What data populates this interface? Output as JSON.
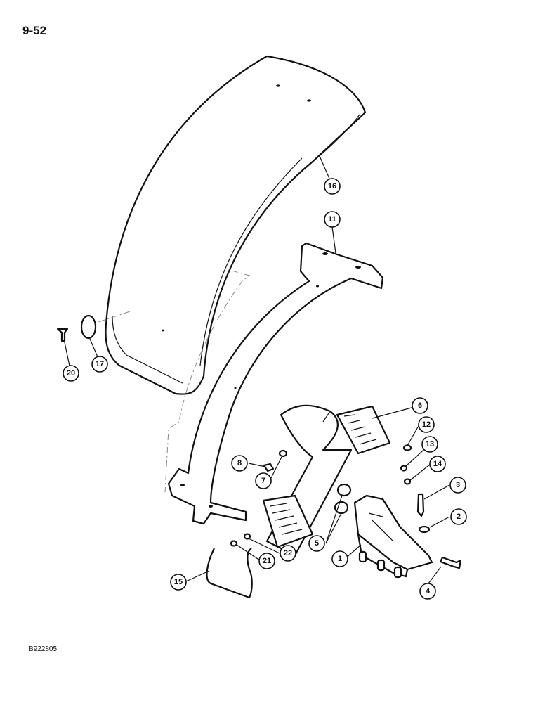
{
  "page": {
    "number": "9-52",
    "figure_code": "B922805"
  },
  "callouts": [
    {
      "id": "c1",
      "label": "1"
    },
    {
      "id": "c2",
      "label": "2"
    },
    {
      "id": "c3",
      "label": "3"
    },
    {
      "id": "c4",
      "label": "4"
    },
    {
      "id": "c5",
      "label": "5"
    },
    {
      "id": "c6",
      "label": "6"
    },
    {
      "id": "c7",
      "label": "7"
    },
    {
      "id": "c8",
      "label": "8"
    },
    {
      "id": "c11",
      "label": "11"
    },
    {
      "id": "c12",
      "label": "12"
    },
    {
      "id": "c13",
      "label": "13"
    },
    {
      "id": "c14",
      "label": "14"
    },
    {
      "id": "c15",
      "label": "15"
    },
    {
      "id": "c16",
      "label": "16"
    },
    {
      "id": "c17",
      "label": "17"
    },
    {
      "id": "c20",
      "label": "20"
    },
    {
      "id": "c21",
      "label": "21"
    },
    {
      "id": "c22",
      "label": "22"
    }
  ]
}
